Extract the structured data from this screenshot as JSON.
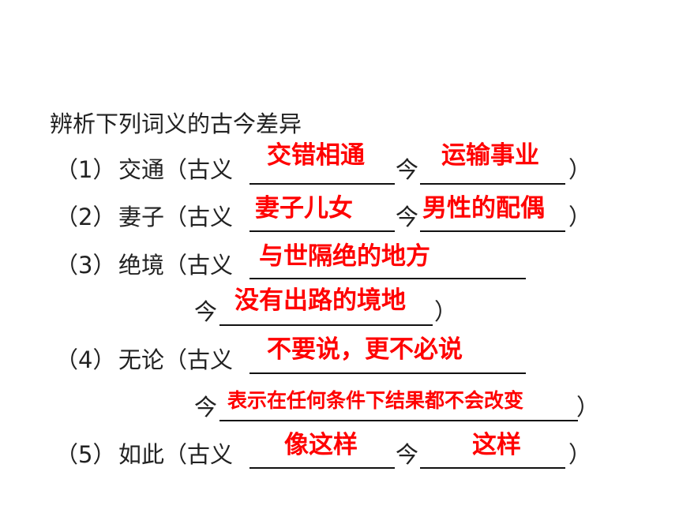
{
  "heading": "辨析下列词义的古今差异",
  "words": [
    "交通",
    "妻子",
    "绝境",
    "无论",
    "如此"
  ],
  "nums": [
    "（1）",
    "（2）",
    "（3）",
    "（4）",
    "（5）"
  ],
  "labels": {
    "open": "（古义",
    "jin": "今",
    "close": "）"
  },
  "answers": {
    "q1_ancient": "交错相通",
    "q1_modern": "运输事业",
    "q2_ancient": "妻子儿女",
    "q2_modern": "男性的配偶",
    "q3_ancient": "与世隔绝的地方",
    "q3_modern": "没有出路的境地",
    "q4_ancient": "不要说，更不必说",
    "q4_modern": "表示在任何条件下结果都不会改变",
    "q5_ancient": "像这样",
    "q5_modern": "这样"
  },
  "colors": {
    "answer": "#ff0000",
    "text": "#222222"
  }
}
